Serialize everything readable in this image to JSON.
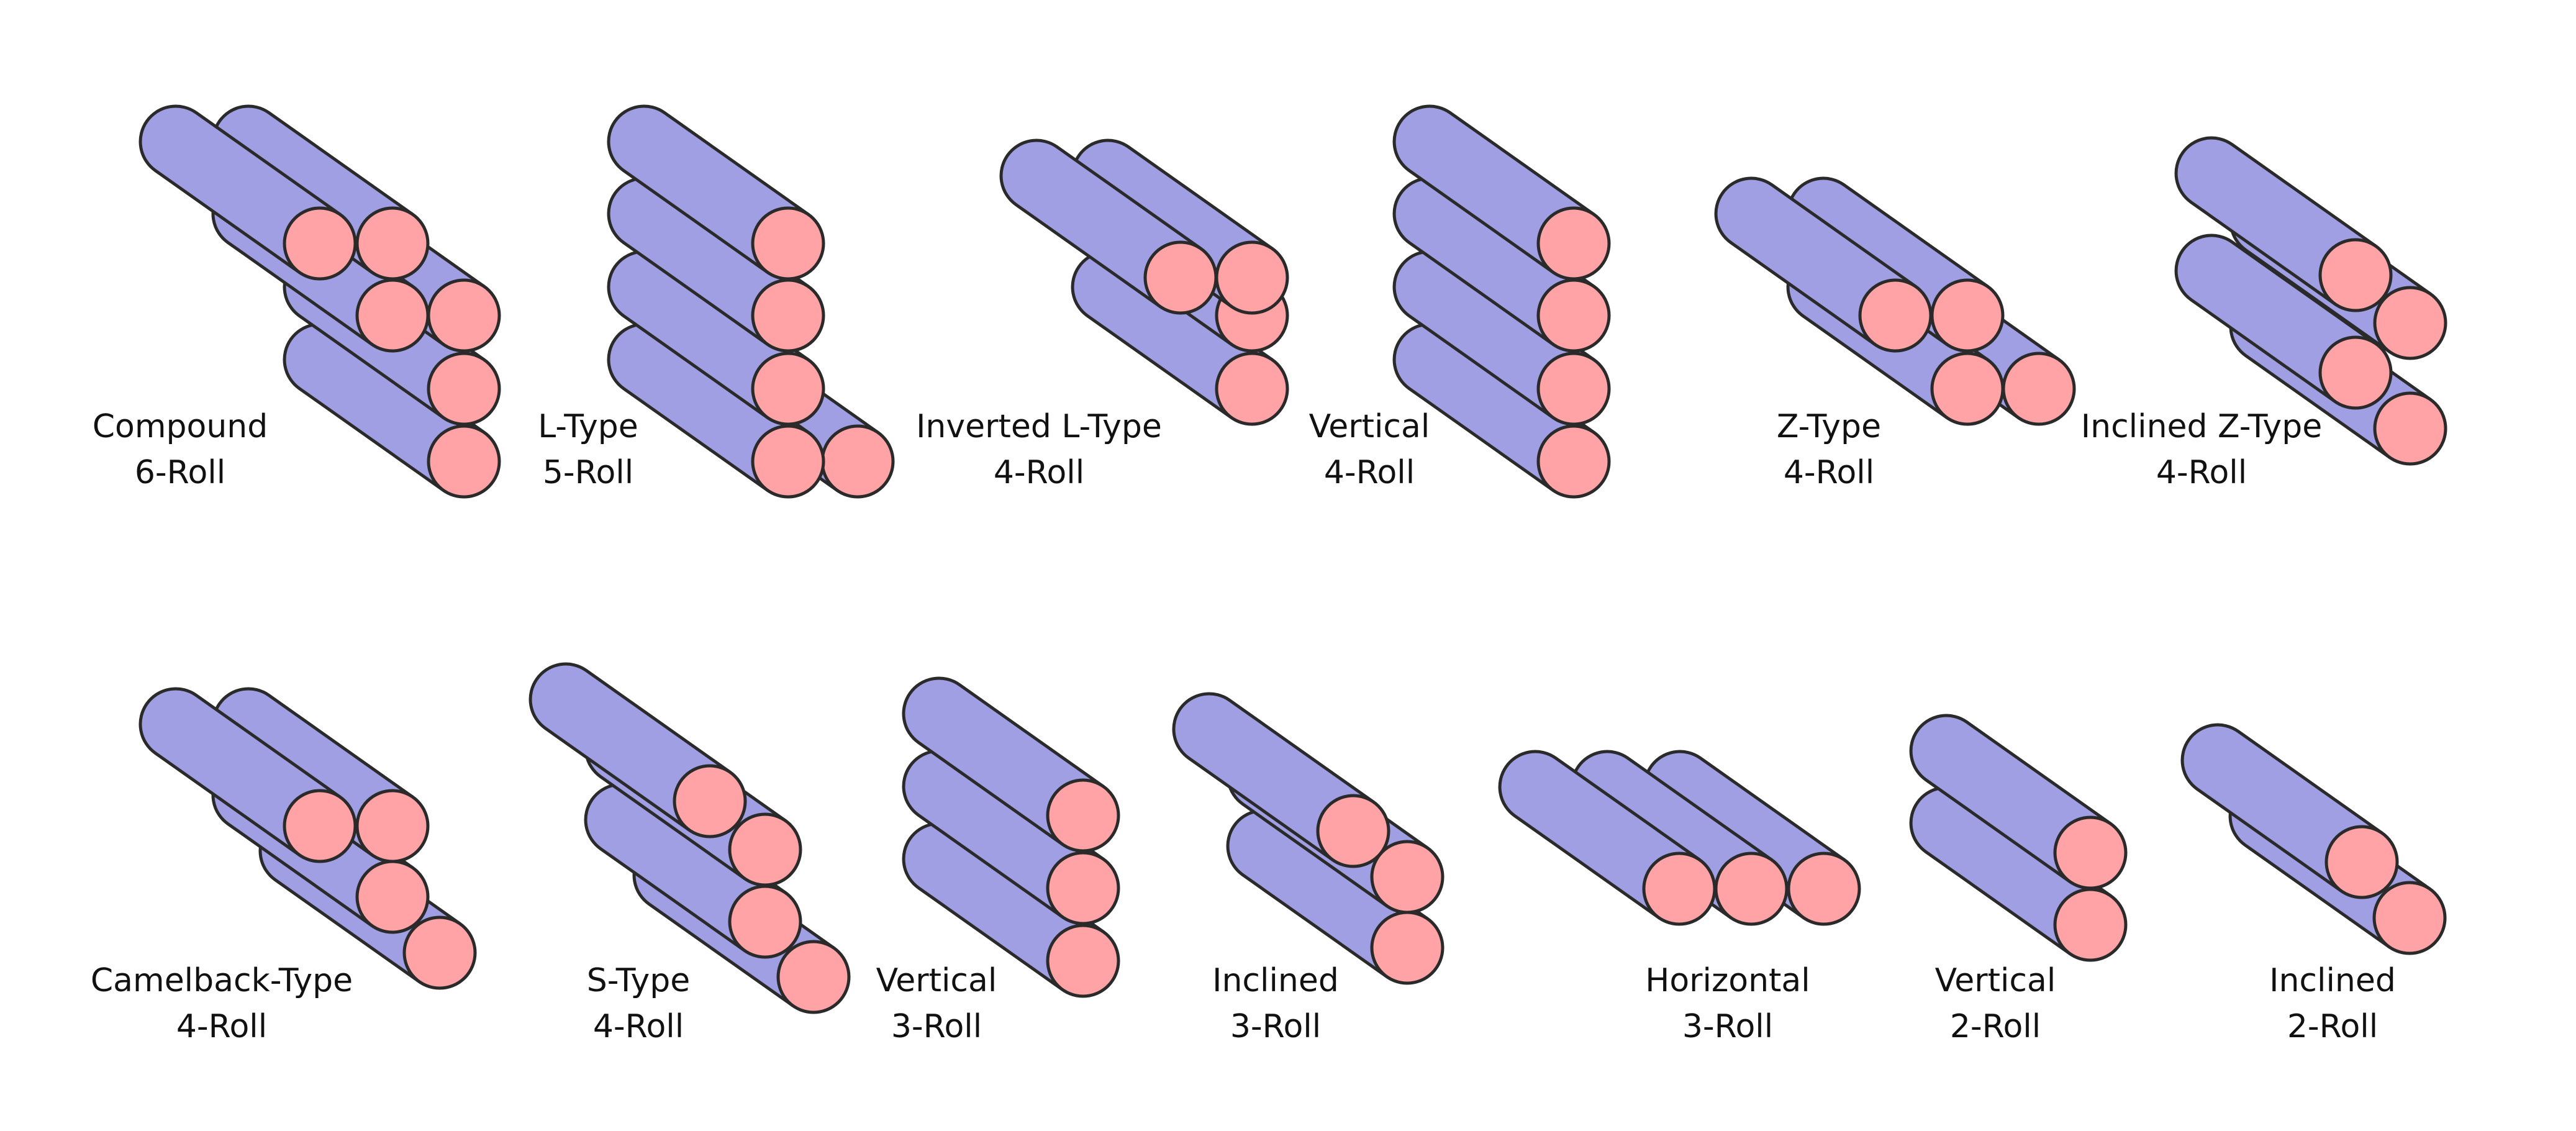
{
  "colors": {
    "roll_body": "#A09FE3",
    "roll_end": "#FFA3A6",
    "outline": "#2a2a2a",
    "background": "#FFFFFF"
  },
  "diagrams": [
    {
      "id": "compound-6-roll",
      "name": "Compound",
      "rolls": "6-Roll"
    },
    {
      "id": "l-type-5-roll",
      "name": "L-Type",
      "rolls": "5-Roll"
    },
    {
      "id": "inverted-l-type-4-roll",
      "name": "Inverted L-Type",
      "rolls": "4-Roll"
    },
    {
      "id": "vertical-4-roll",
      "name": "Vertical",
      "rolls": "4-Roll"
    },
    {
      "id": "z-type-4-roll",
      "name": "Z-Type",
      "rolls": "4-Roll"
    },
    {
      "id": "inclined-z-type-4-roll",
      "name": "Inclined Z-Type",
      "rolls": "4-Roll"
    },
    {
      "id": "camelback-type-4-roll",
      "name": "Camelback-Type",
      "rolls": "4-Roll"
    },
    {
      "id": "s-type-4-roll",
      "name": "S-Type",
      "rolls": "4-Roll"
    },
    {
      "id": "vertical-3-roll",
      "name": "Vertical",
      "rolls": "3-Roll"
    },
    {
      "id": "inclined-3-roll",
      "name": "Inclined",
      "rolls": "3-Roll"
    },
    {
      "id": "horizontal-3-roll",
      "name": "Horizontal",
      "rolls": "3-Roll"
    },
    {
      "id": "vertical-2-roll",
      "name": "Vertical",
      "rolls": "2-Roll"
    },
    {
      "id": "inclined-2-roll",
      "name": "Inclined",
      "rolls": "2-Roll"
    }
  ]
}
